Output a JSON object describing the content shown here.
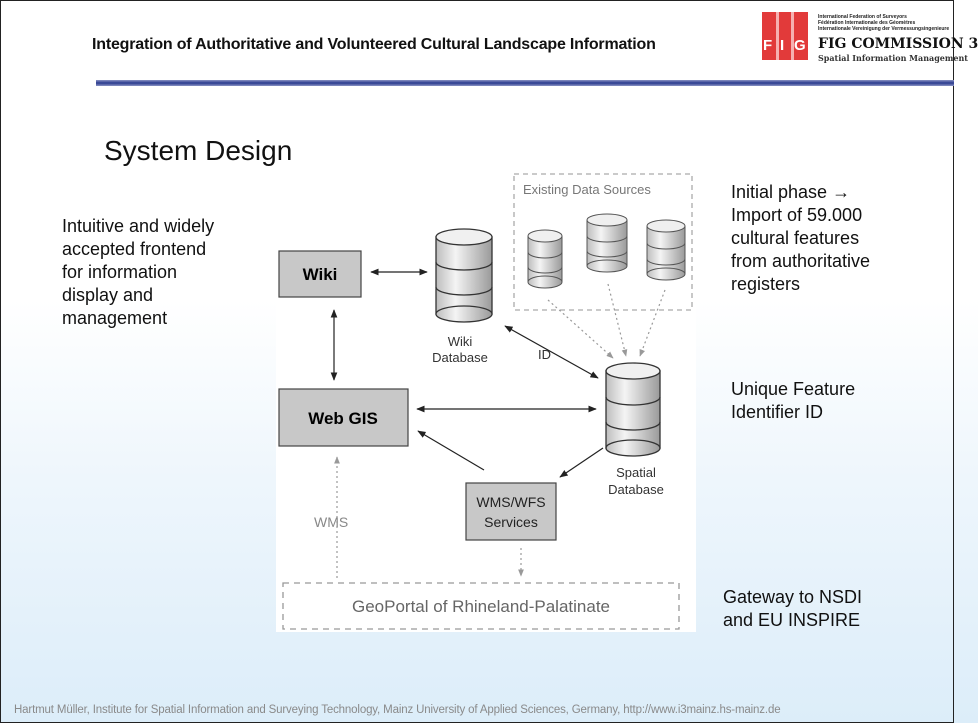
{
  "header": {
    "title": "Integration of Authoritative and Volunteered Cultural Landscape Information",
    "logo_letters": "FIG",
    "fig_lines": [
      "International Federation of Surveyors",
      "Fédération Internationale des Géomètres",
      "Internationale Vereinigung der Vermessungsingenieure"
    ],
    "commission": "FIG COMMISSION 3",
    "commission_sub": "Spatial Information Management"
  },
  "slide": {
    "title": "System Design"
  },
  "notes": {
    "frontend": [
      "Intuitive and widely",
      "accepted frontend",
      "for information",
      "display and",
      "management"
    ],
    "initial_phase": [
      "Initial phase →",
      "Import of 59.000",
      "cultural features",
      "from authoritative",
      "registers"
    ],
    "unique_id": [
      "Unique Feature",
      "Identifier ID"
    ],
    "gateway": [
      "Gateway to NSDI",
      "and EU INSPIRE"
    ]
  },
  "diagram": {
    "existing_sources_label": "Existing Data Sources",
    "wiki_label": "Wiki",
    "wiki_db_label": [
      "Wiki",
      "Database"
    ],
    "id_label": "ID",
    "webgis_label": "Web GIS",
    "spatial_db_label": [
      "Spatial",
      "Database"
    ],
    "wms_wfs_label": [
      "WMS/WFS",
      "Services"
    ],
    "wms_label": "WMS",
    "geoportal_label": "GeoPortal of Rhineland-Palatinate"
  },
  "footer": "Hartmut Müller, Institute for Spatial Information and Surveying Technology, Mainz University of Applied Sciences, Germany,  http://www.i3mainz.hs-mainz.de",
  "colors": {
    "rule": "#2a3a8e",
    "fig_red": "#e23a3a",
    "box_fill": "#c8c8c8"
  }
}
